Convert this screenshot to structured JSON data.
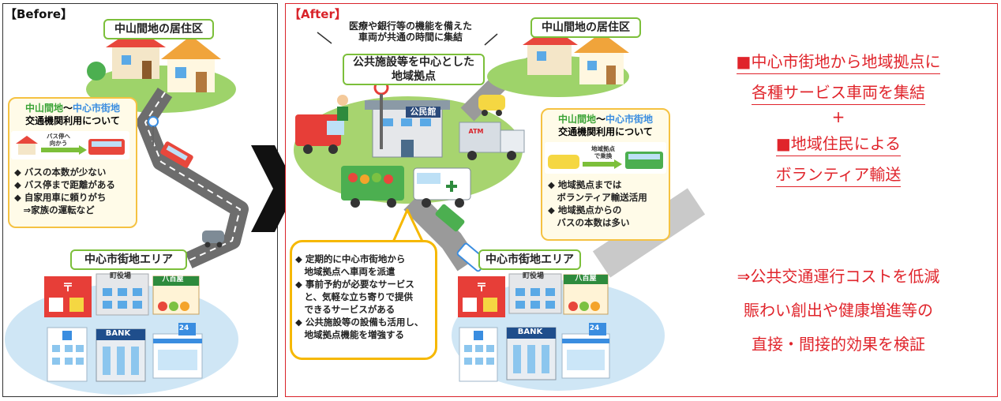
{
  "before": {
    "title": "【Before】",
    "residential_label": "中山間地の居住区",
    "info_header_green": "中山間地",
    "info_header_sep": "〜",
    "info_header_blue": "中心市街地",
    "info_header_line2": "交通機関利用について",
    "bus_stop_note": "バス停へ\n向かう",
    "bullets": [
      "◆ バスの本数が少ない",
      "◆ バス停まで距離がある",
      "◆ 自家用車に頼りがち",
      "　⇒家族の運転など"
    ],
    "city_label": "中心市街地エリア",
    "town_hall_sign": "町役場",
    "grocer_sign": "八百屋",
    "bank_sign": "BANK",
    "store_sign": "24"
  },
  "after": {
    "title": "【After】",
    "top_callout": "医療や銀行等の機能を備えた\n車両が共通の時間に集結",
    "hub_label": "公共施設等を中心とした\n地域拠点",
    "community_hall_sign": "公民館",
    "atm_sign": "ATM",
    "residential_label": "中山間地の居住区",
    "info_header_green": "中山間地",
    "info_header_sep": "〜",
    "info_header_blue": "中心市街地",
    "info_header_line2": "交通機関利用について",
    "transfer_note": "地域拠点\nで乗換",
    "bullets": [
      "◆ 地域拠点までは",
      "　ボランティア輸送活用",
      "◆ 地域拠点からの",
      "　バスの本数は多い"
    ],
    "speech_bullets": [
      "◆ 定期的に中心市街地から",
      "　地域拠点へ車両を派遣",
      "◆ 事前予約が必要なサービス",
      "　と、気軽な立ち寄りで提供",
      "　できるサービスがある",
      "◆ 公共施設等の設備も活用し、",
      "　地域拠点機能を増強する"
    ],
    "city_label": "中心市街地エリア",
    "town_hall_sign": "町役場",
    "grocer_sign": "八百屋",
    "bank_sign": "BANK",
    "store_sign": "24"
  },
  "summary": {
    "line1": "■中心市街地から地域拠点に",
    "line2": "各種サービス車両を集結",
    "plus": "+",
    "line3": "■地域住民による",
    "line4": "ボランティア輸送",
    "line5": "⇒公共交通運行コストを低減",
    "line6": "賑わい創出や健康増進等の",
    "line7": "直接・間接的効果を検証"
  },
  "colors": {
    "before_border": "#333333",
    "after_accent": "#d9232a",
    "label_green": "#7cbf3a",
    "callout_yellow": "#f6b800",
    "road_gray": "#8a8a8a",
    "area_blue": "#cfe6f5"
  }
}
